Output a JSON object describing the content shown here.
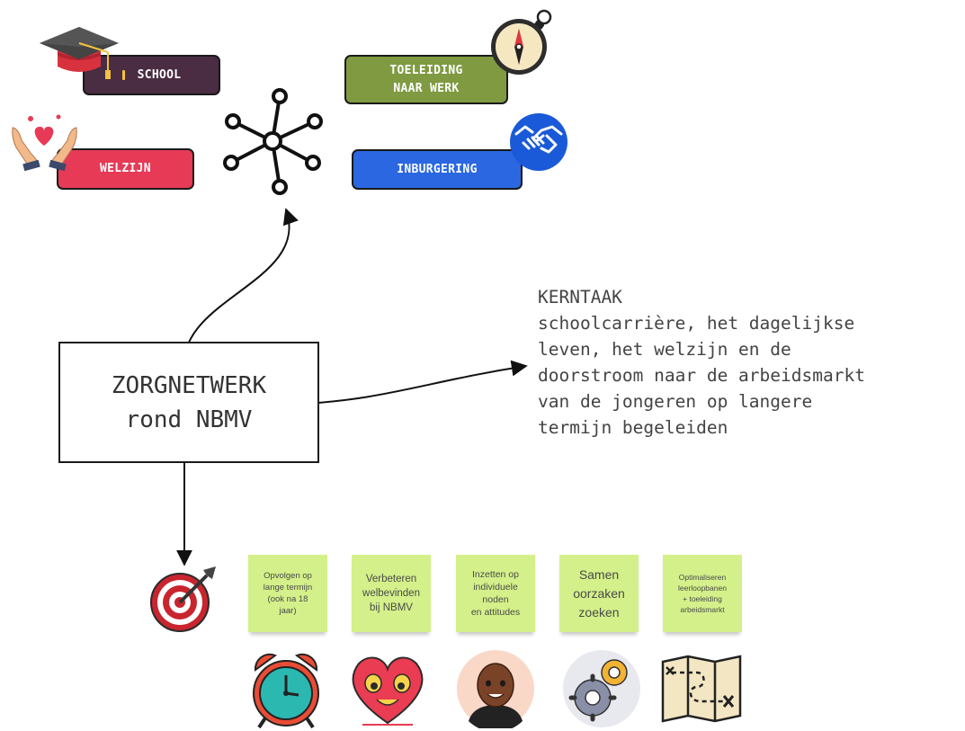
{
  "domains": {
    "school": "SCHOOL",
    "toeleiding_line1": "TOELEIDING",
    "toeleiding_line2": "NAAR WERK",
    "welzijn": "WELZIJN",
    "inburgering": "INBURGERING"
  },
  "center": {
    "line1": "ZORGNETWERK",
    "line2": "rond NBMV"
  },
  "kerntaak": {
    "title": "KERNTAAK",
    "lines": [
      "schoolcarrière, het dagelijkse",
      "leven, het welzijn en de",
      "doorstroom naar de arbeidsmarkt",
      "van de jongeren op langere",
      "termijn begeleiden"
    ]
  },
  "goals": [
    {
      "lines": [
        "Opvolgen op",
        "lange termijn",
        "(ook na 18",
        "jaar)"
      ],
      "icon": "alarm-clock-icon"
    },
    {
      "lines": [
        "Verbeteren",
        "welbevinden",
        "bij NBMV"
      ],
      "icon": "heart-face-icon"
    },
    {
      "lines": [
        "Inzetten op",
        "individuele",
        "noden",
        "en attitudes"
      ],
      "icon": "person-avatar-icon"
    },
    {
      "lines": [
        "Samen",
        "oorzaken",
        "zoeken"
      ],
      "icon": "gears-icon"
    },
    {
      "lines": [
        "Optimaliseren",
        "leerloopbanen",
        "+ toeleiding",
        "arbeidsmarkt"
      ],
      "icon": "treasure-map-icon"
    }
  ],
  "colors": {
    "school": "#4a2c43",
    "toeleiding": "#7f9a41",
    "welzijn": "#e63a56",
    "inburgering": "#2a67e0",
    "sticky": "#d4f08a"
  },
  "icons": {
    "school": "graduation-cap-icon",
    "toeleiding": "compass-icon",
    "welzijn": "hands-heart-icon",
    "inburgering": "handshake-icon",
    "network": "network-hub-icon",
    "goal": "target-arrow-icon"
  }
}
